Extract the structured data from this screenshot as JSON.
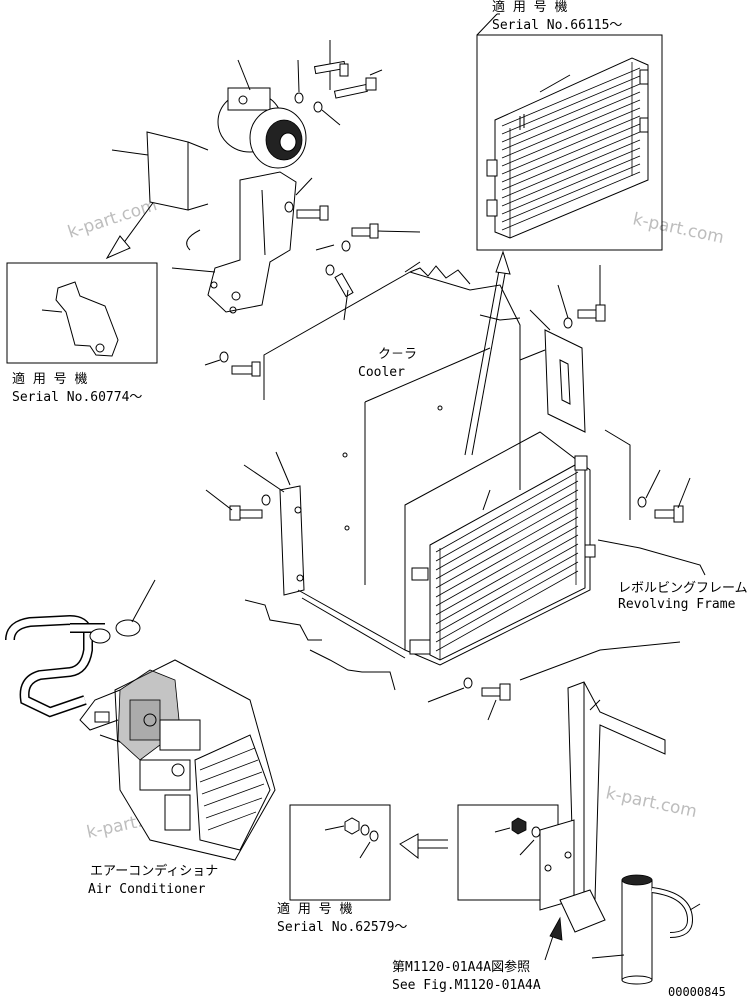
{
  "watermark": "k-part.com",
  "detail_top_right": {
    "label_jp": "適 用 号 機",
    "label_en": "Serial No.66115～"
  },
  "detail_top_left": {
    "label_jp": "適 用 号 機",
    "label_en": "Serial No.60774～"
  },
  "detail_bottom": {
    "label_jp": "適 用 号 機",
    "label_en": "Serial No.62579～"
  },
  "cooler": {
    "label_jp": "ク－ラ",
    "label_en": "Cooler"
  },
  "revolving_frame": {
    "label_jp": "レボルビングフレーム",
    "label_en": "Revolving Frame"
  },
  "air_conditioner": {
    "label_jp": "エアーコンディショナ",
    "label_en": "Air Conditioner"
  },
  "see_fig": {
    "label_jp": "第M1120-01A4A図参照",
    "label_en": "See Fig.M1120-01A4A"
  },
  "figure_number": "00000845"
}
